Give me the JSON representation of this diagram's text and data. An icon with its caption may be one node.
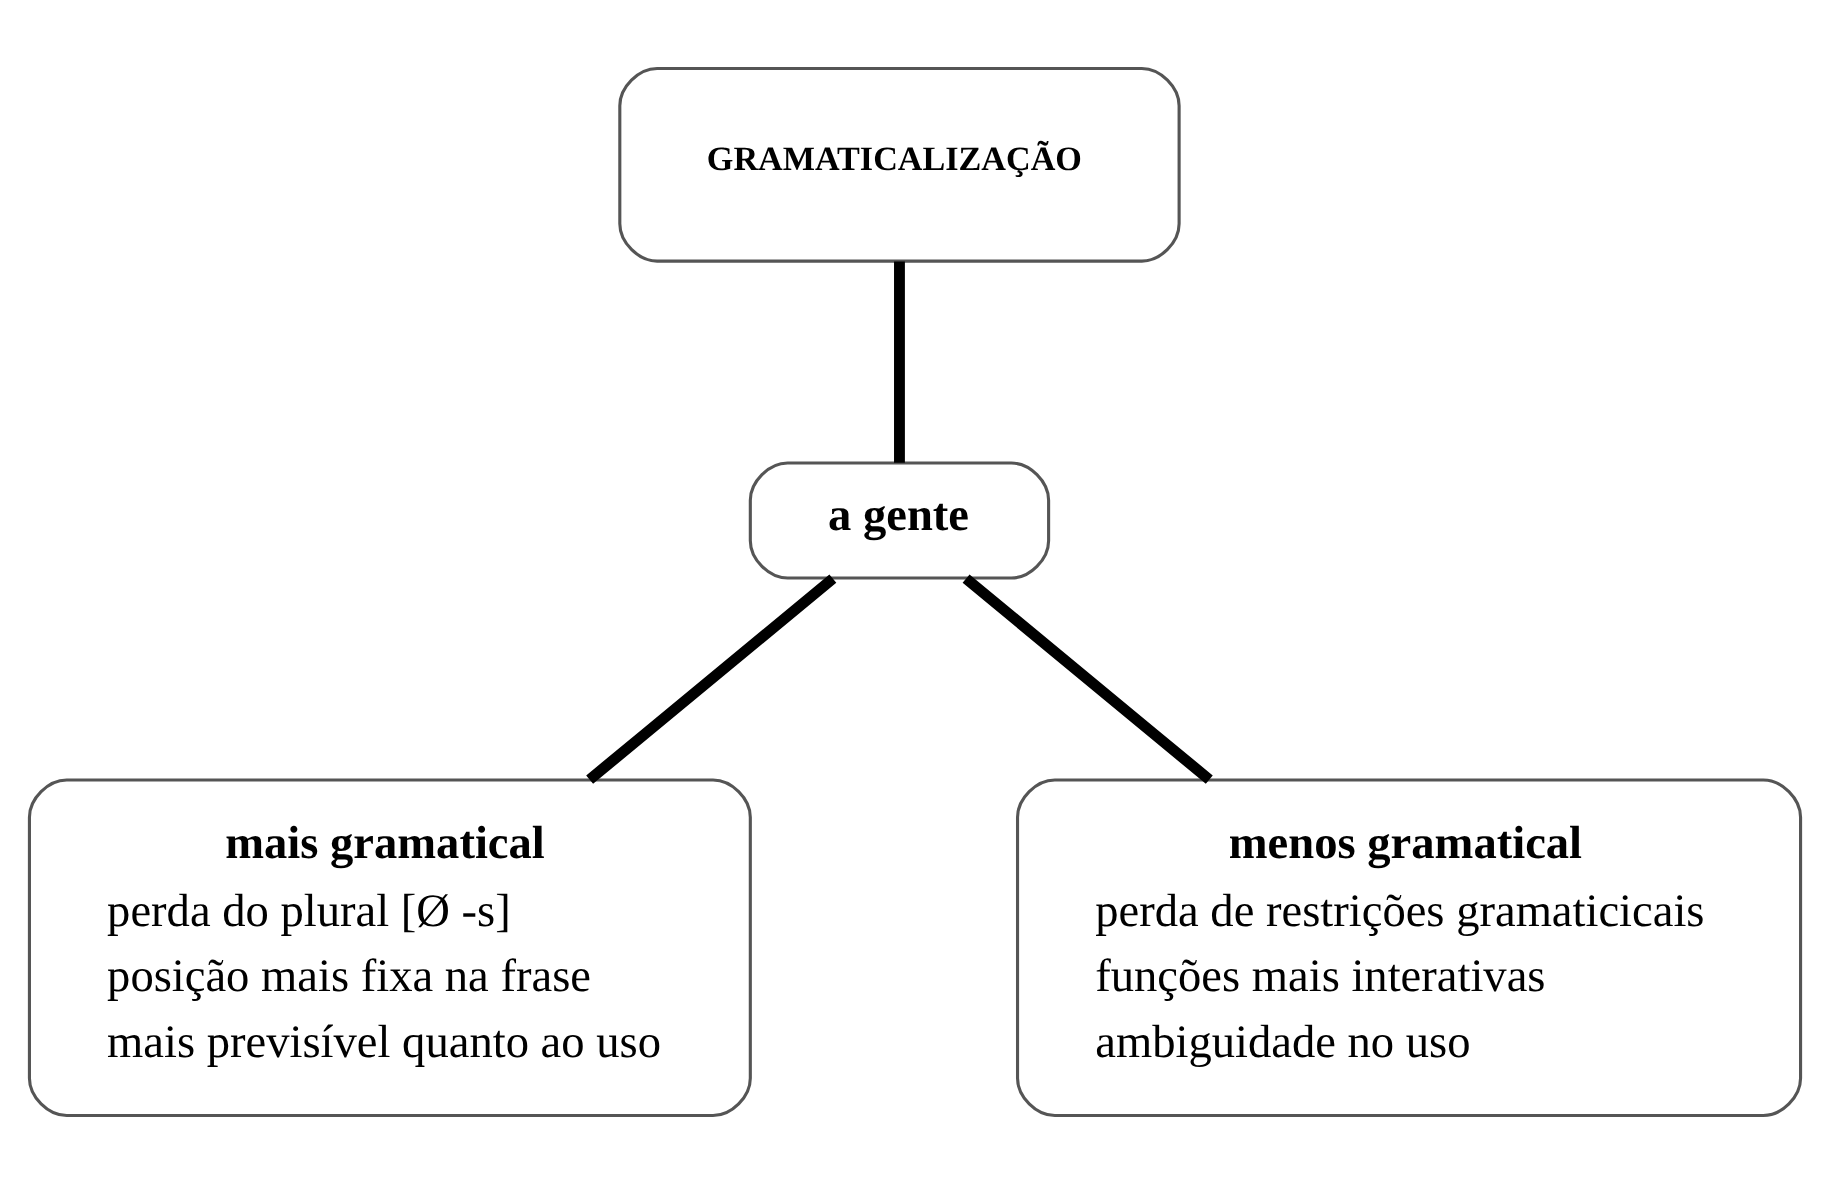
{
  "diagram": {
    "nodes": [
      {
        "text": [
          "GRAMATICALIZAÇÃO"
        ]
      },
      {
        "text": [
          "a gente"
        ]
      },
      {
        "text": [
          "mais gramatical",
          "perda do plural [Ø -s]",
          "posição mais fixa na frase",
          "mais previsível quanto ao uso"
        ]
      },
      {
        "text": [
          "menos gramatical",
          "perda de restrições gramaticicais",
          "funções mais interativas",
          "ambiguidade no uso"
        ]
      }
    ],
    "edges": [
      {
        "from": 0,
        "to": 1,
        "arrow": "none"
      },
      {
        "from": 1,
        "to": 2,
        "arrow": "none"
      },
      {
        "from": 1,
        "to": 3,
        "arrow": "none"
      }
    ]
  }
}
